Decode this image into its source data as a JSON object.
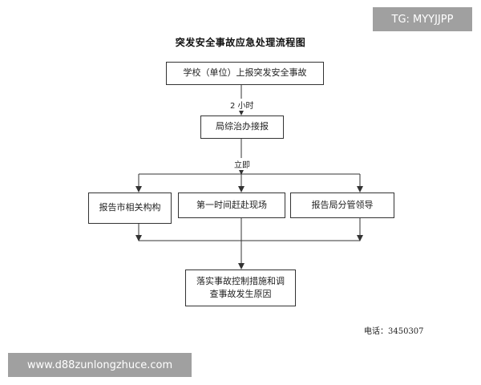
{
  "diagram": {
    "title": "突发安全事故应急处理流程图",
    "nodes": {
      "report": "学校（单位）上报突发安全事故",
      "bureau": "局综治办接报",
      "city": "报告市相关构构",
      "rush": "第一时间赶赴现场",
      "leader": "报告局分管领导",
      "final": "落实事故控制措施和调查事故发生原因"
    },
    "edge_labels": {
      "within_2h": "2 小时",
      "immediately": "立即"
    },
    "contact": {
      "label": "电话：",
      "number": "3450307"
    },
    "colors": {
      "line": "#333333",
      "text": "#222222",
      "watermark_bg": "#969696",
      "watermark_text": "#ffffff"
    }
  },
  "watermarks": {
    "top_right": "TG: MYYJJPP",
    "bottom_left": "www.d88zunlongzhuce.com"
  }
}
